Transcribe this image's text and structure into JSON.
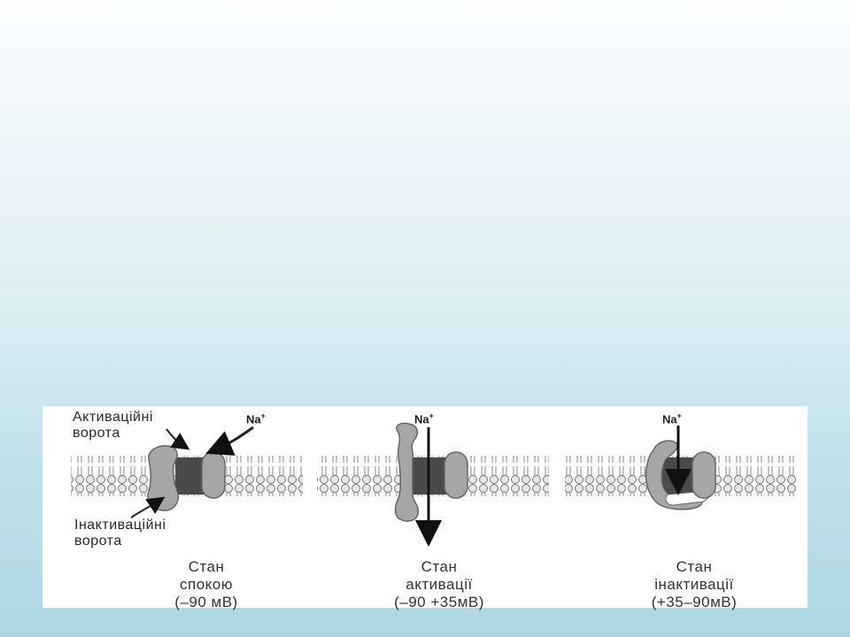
{
  "ion_label": "Na",
  "ion_charge": "+",
  "labels": {
    "activation_gate": [
      "Активаційні",
      "ворота"
    ],
    "inactivation_gate": [
      "Інактиваційні",
      "ворота"
    ]
  },
  "states": [
    {
      "line1": "Стан",
      "line2": "спокою",
      "line3": "(–90 мВ)"
    },
    {
      "line1": "Стан",
      "line2": "активації",
      "line3": "(–90 +35мВ)"
    },
    {
      "line1": "Стан",
      "line2": "інактивації",
      "line3": "(+35–90мВ)"
    }
  ],
  "colors": {
    "membrane": "#c8c8c8",
    "lipid_head": "#e6e6e6",
    "channel_pore": "#4a4a4a",
    "gate": "#a6a6a6",
    "arrow": "#111111"
  }
}
